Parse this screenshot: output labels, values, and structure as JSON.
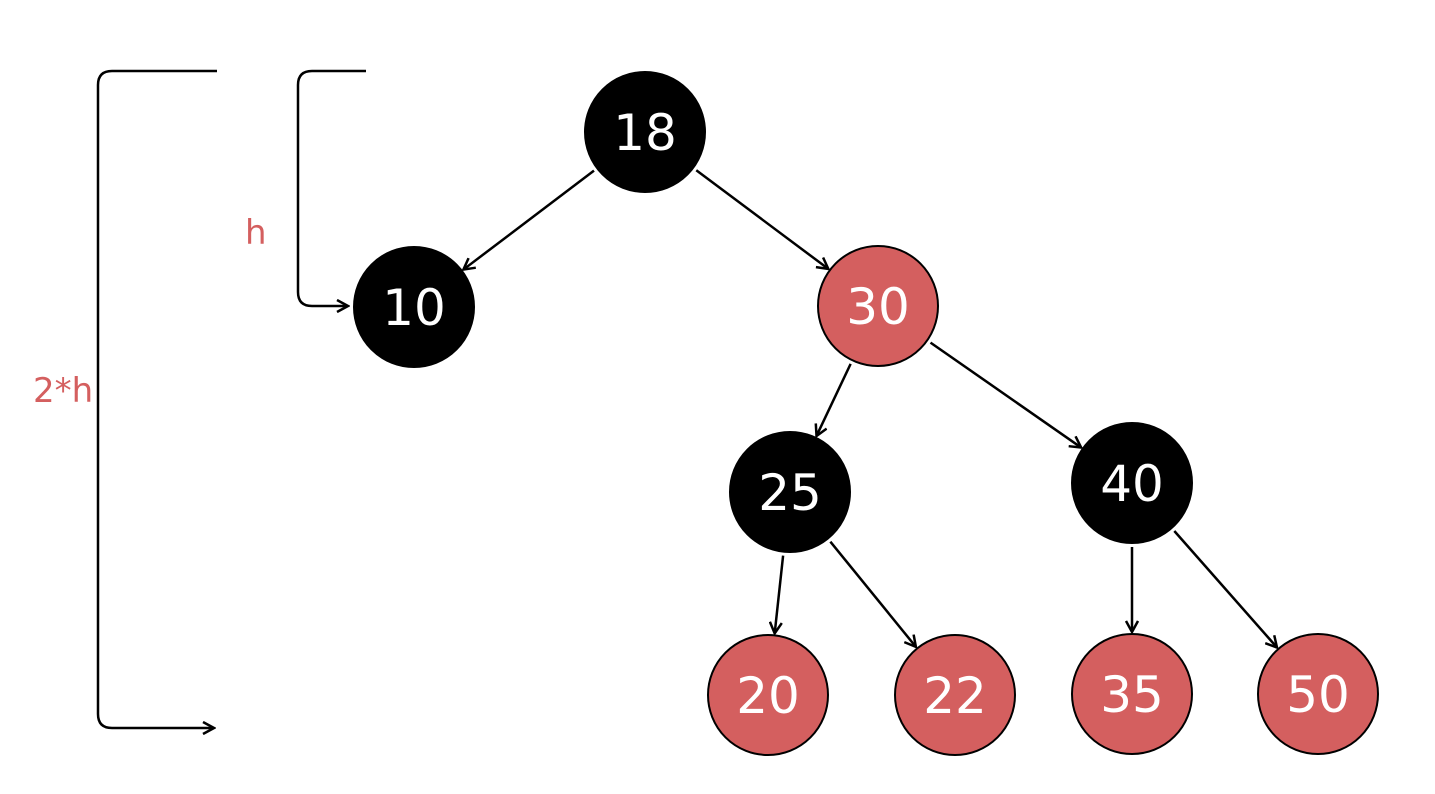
{
  "colors": {
    "black_node": "#000000",
    "red_node": "#d45f5f",
    "label_red": "#d45f5f"
  },
  "tree": {
    "nodes": [
      {
        "id": "n18",
        "label": "18",
        "color": "black"
      },
      {
        "id": "n10",
        "label": "10",
        "color": "black"
      },
      {
        "id": "n30",
        "label": "30",
        "color": "red"
      },
      {
        "id": "n25",
        "label": "25",
        "color": "black"
      },
      {
        "id": "n40",
        "label": "40",
        "color": "black"
      },
      {
        "id": "n20",
        "label": "20",
        "color": "red"
      },
      {
        "id": "n22",
        "label": "22",
        "color": "red"
      },
      {
        "id": "n35",
        "label": "35",
        "color": "red"
      },
      {
        "id": "n50",
        "label": "50",
        "color": "red"
      }
    ],
    "edges": [
      {
        "from": "n18",
        "to": "n10"
      },
      {
        "from": "n18",
        "to": "n30"
      },
      {
        "from": "n30",
        "to": "n25"
      },
      {
        "from": "n30",
        "to": "n40"
      },
      {
        "from": "n25",
        "to": "n20"
      },
      {
        "from": "n25",
        "to": "n22"
      },
      {
        "from": "n40",
        "to": "n35"
      },
      {
        "from": "n40",
        "to": "n50"
      }
    ]
  },
  "brackets": {
    "short_label": "h",
    "long_label": "2*h"
  }
}
